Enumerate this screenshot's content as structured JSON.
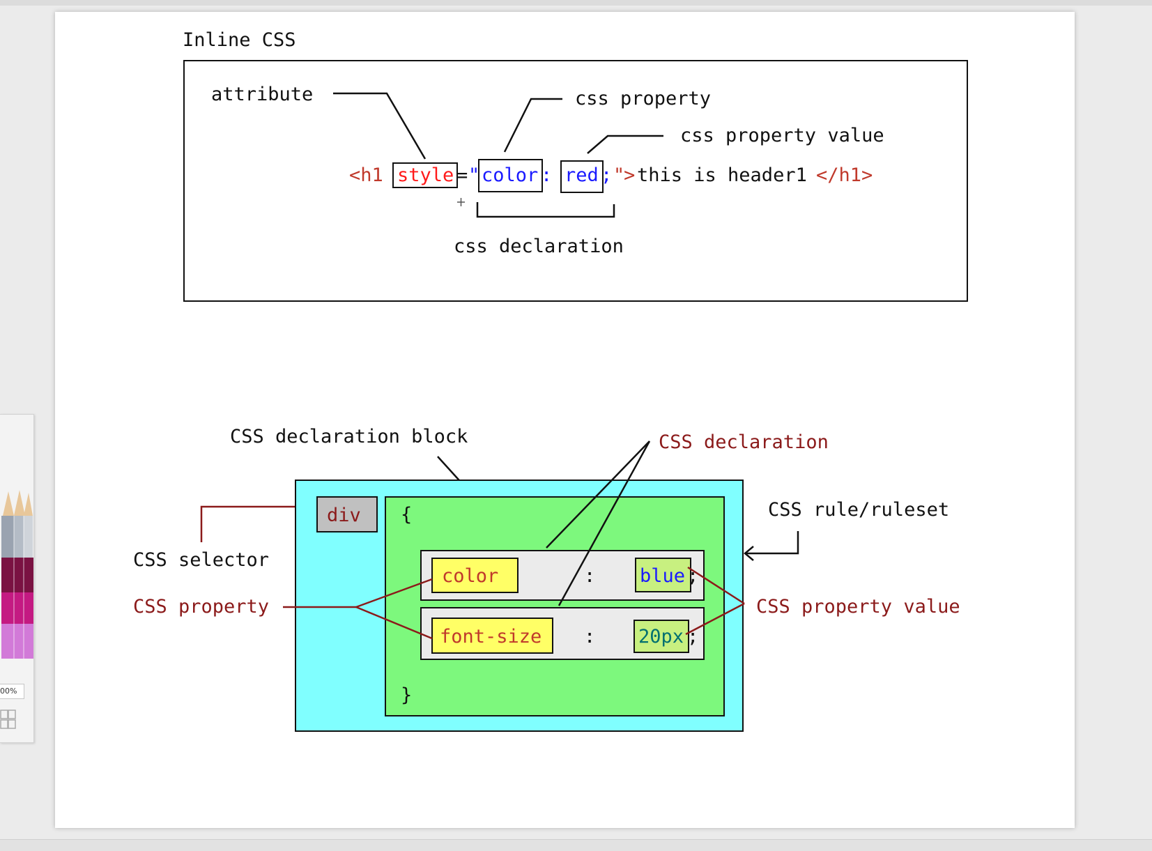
{
  "side_panel": {
    "zoom_label": "00%"
  },
  "inline": {
    "title": "Inline CSS",
    "label_attribute": "attribute",
    "label_css_property": "css property",
    "label_css_property_value": "css property value",
    "label_css_declaration": "css declaration",
    "code": {
      "open_tag": "<h1 ",
      "attr": "style",
      "equals": "=",
      "quote": "\"",
      "prop": "color",
      "colon": ":",
      "value": "red",
      "semicolon": ";",
      "close_quote": "\"",
      "gt": ">",
      "content": "this is header1",
      "close_tag": "</h1>"
    }
  },
  "ruleset": {
    "label_declaration_block": "CSS declaration block",
    "label_declaration": "CSS declaration",
    "label_rule": "CSS rule/ruleset",
    "label_selector": "CSS selector",
    "label_property": "CSS property",
    "label_property_value": "CSS property value",
    "selector": "div",
    "open_brace": "{",
    "close_brace": "}",
    "declarations": [
      {
        "property": "color",
        "colon": ":",
        "value": "blue",
        "semicolon": ";"
      },
      {
        "property": "font-size",
        "colon": ":",
        "value": "20px",
        "semicolon": ";"
      }
    ]
  },
  "colors": {
    "tag_red": "#c0392b",
    "attr_red": "#ff1a1a",
    "value_blue": "#1a1aff",
    "dark_red": "#8b1a1a",
    "cyan": "#80ffff",
    "green": "#7df87d",
    "yellow": "#ffff66",
    "lightgreen": "#c8f080",
    "grey": "#c0c0c0",
    "decl_grey": "#ebebeb",
    "text_dark": "#111111",
    "value_teal": "#007070"
  }
}
